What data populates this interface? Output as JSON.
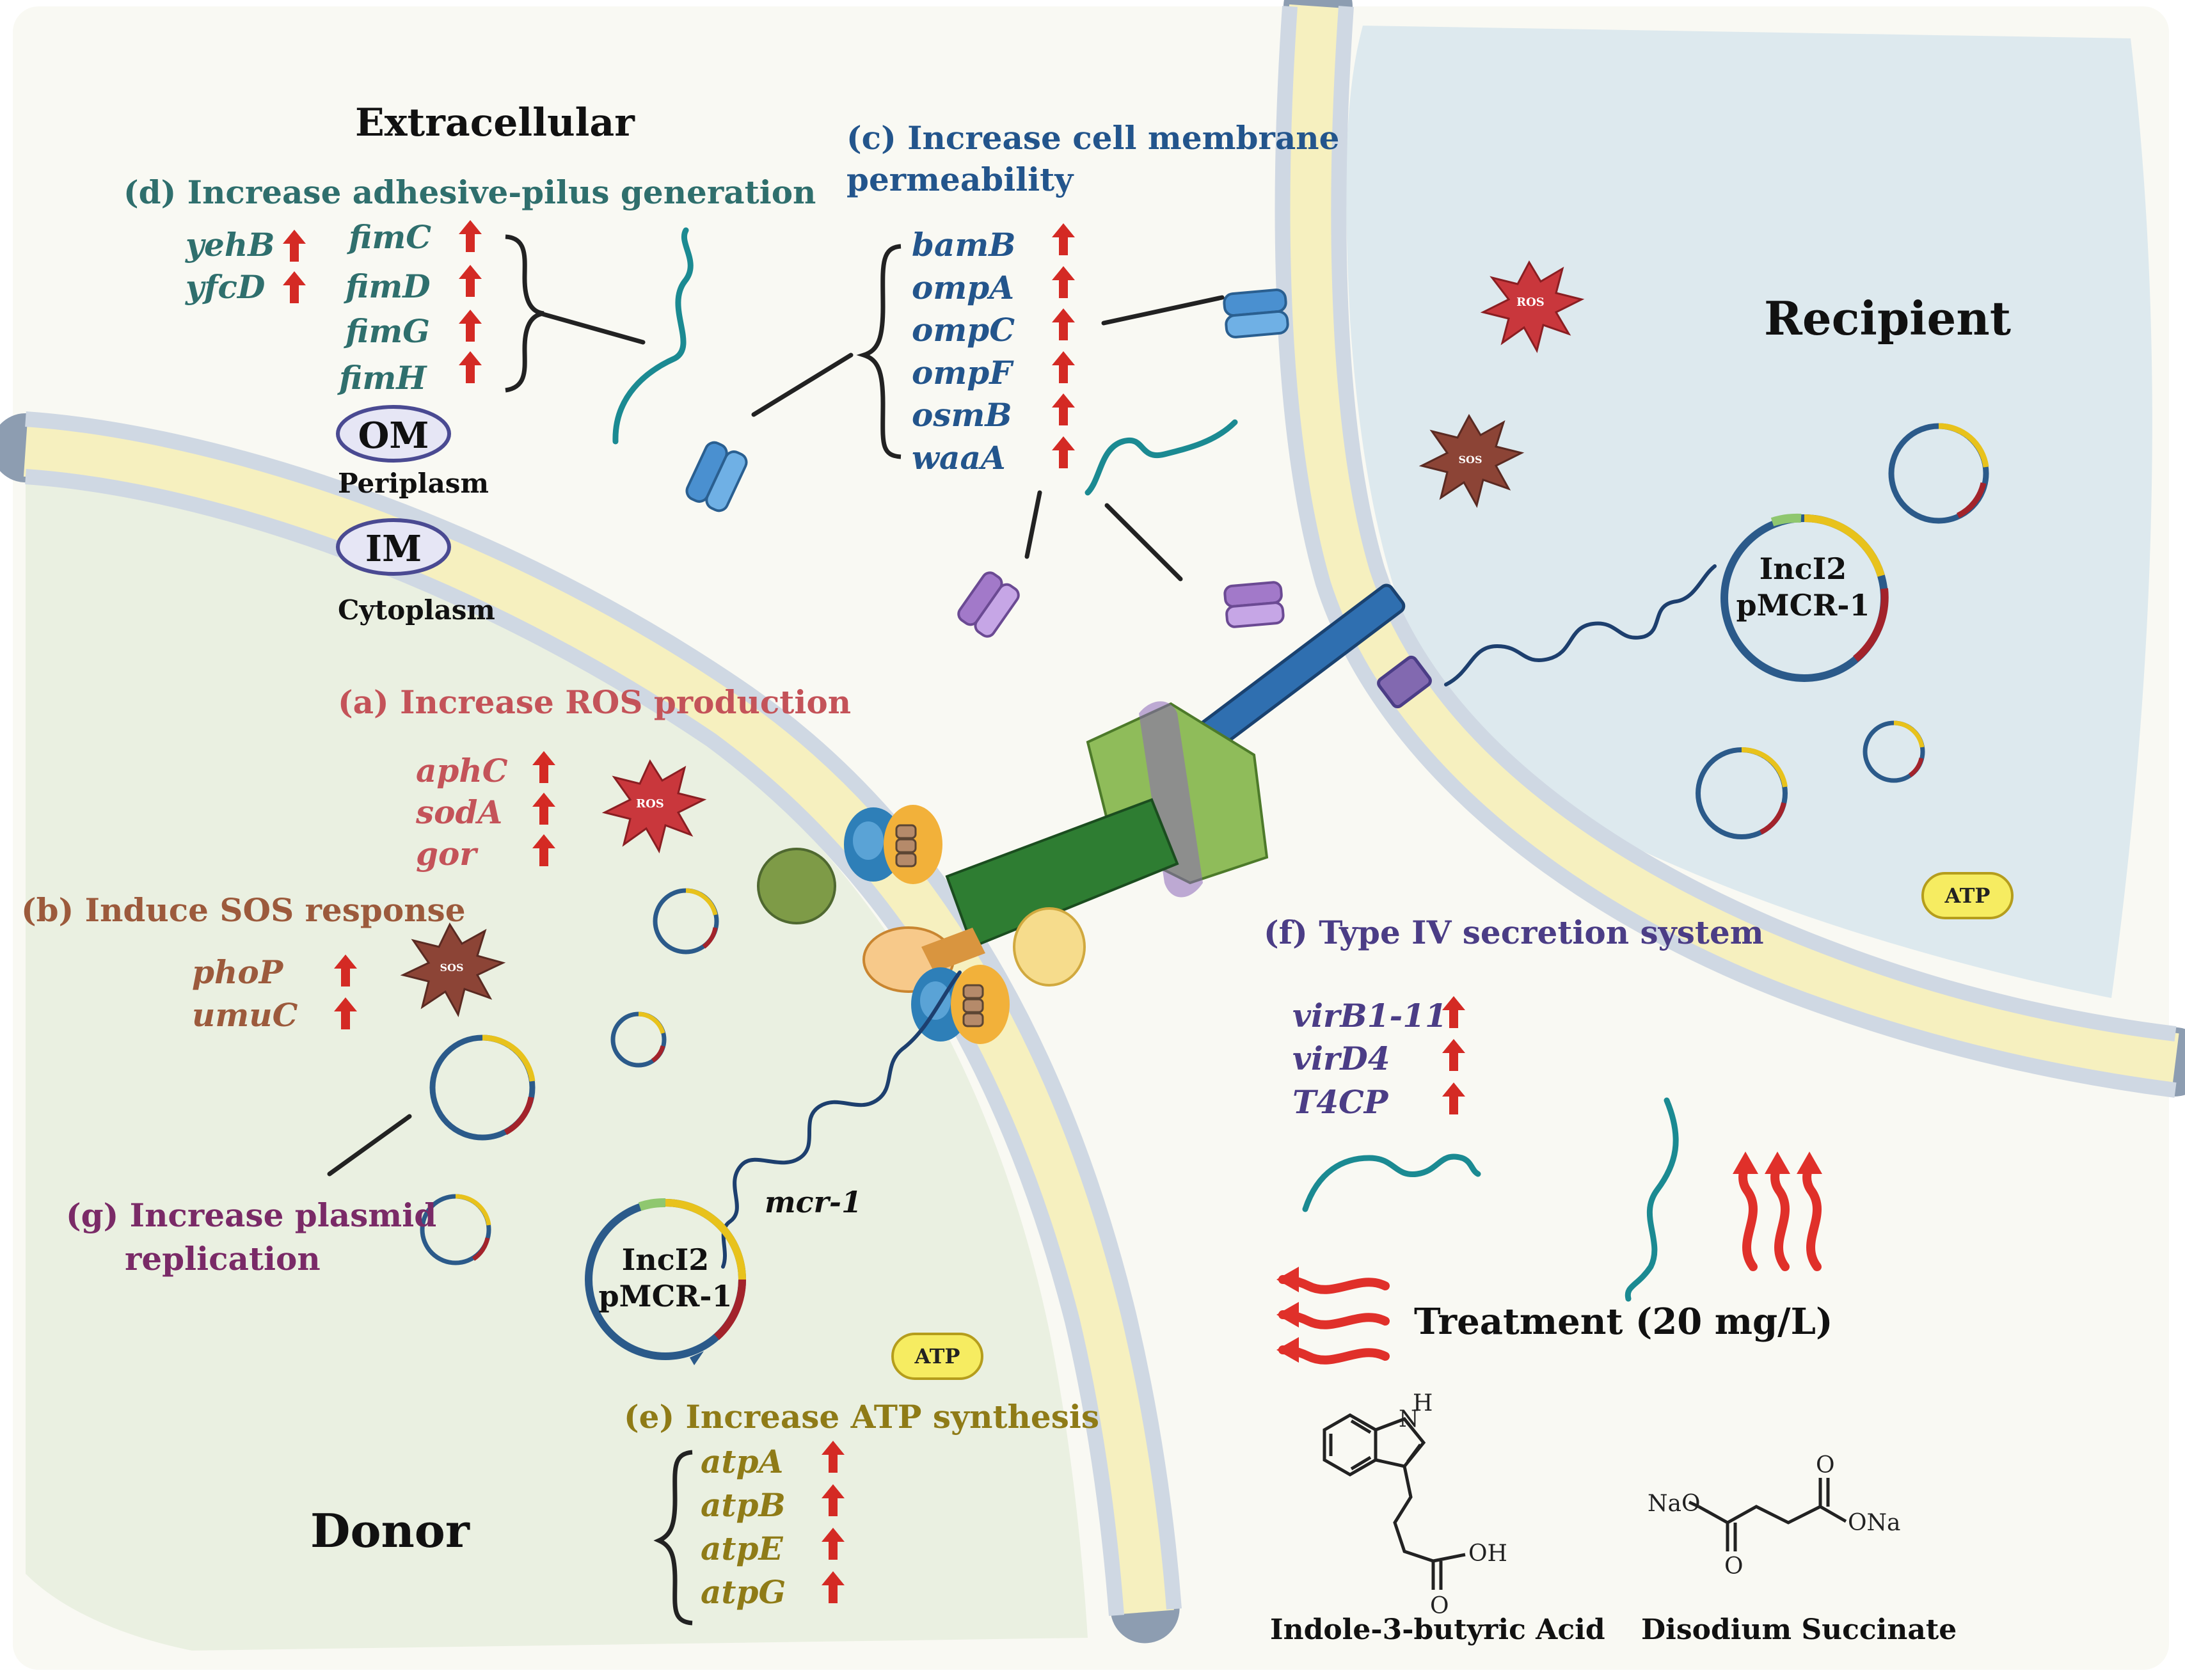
{
  "regions": {
    "extracellular": "Extracellular",
    "recipient": "Recipient",
    "donor": "Donor",
    "om": "OM",
    "periplasm": "Periplasm",
    "im": "IM",
    "cytoplasm": "Cytoplasm"
  },
  "colors": {
    "recipient_fill": "#dde9ee",
    "donor_fill": "#eaf0e1",
    "periplasm_band": "#f6f0bf",
    "lipid_head": "#8d9db1",
    "up_arrow": "#d42a24",
    "pilus": "#1b8a92",
    "porin": "#4a90d0",
    "t4ss_dark": "#2e7d32",
    "t4ss_light": "#8fbc5a"
  },
  "panels": {
    "a": {
      "title": "(a) Increase ROS production",
      "color": "#c45359",
      "genes": [
        "aphC",
        "sodA",
        "gor"
      ]
    },
    "b": {
      "title": "(b) Induce SOS response",
      "color": "#9c5a3c",
      "genes": [
        "phoP",
        "umuC"
      ]
    },
    "c": {
      "title_line1": "(c) Increase cell membrane",
      "title_line2": "permeability",
      "color": "#23558c",
      "genes": [
        "bamB",
        "ompA",
        "ompC",
        "ompF",
        "osmB",
        "waaA"
      ]
    },
    "d": {
      "title": "(d) Increase adhesive-pilus generation",
      "color": "#2f6f6d",
      "genes_left": [
        "yehB",
        "yfcD"
      ],
      "genes_right": [
        "fimC",
        "fimD",
        "fimG",
        "fimH"
      ]
    },
    "e": {
      "title": "(e) Increase ATP synthesis",
      "color": "#8f7b17",
      "genes": [
        "atpA",
        "atpB",
        "atpE",
        "atpG"
      ]
    },
    "f": {
      "title": "(f) Type IV secretion system",
      "color": "#4b3d86",
      "genes": [
        "virB1-11",
        "virD4",
        "T4CP"
      ]
    },
    "g": {
      "title_line1": "(g) Increase plasmid",
      "title_line2": "replication",
      "color": "#7a2a67"
    }
  },
  "badges": {
    "ros": "ROS",
    "sos": "SOS",
    "atp": "ATP"
  },
  "plasmid": {
    "name_line1": "IncI2",
    "name_line2": "pMCR-1",
    "gene": "mcr-1"
  },
  "treatment": {
    "label": "Treatment (20 mg/L)",
    "compound1": "Indole-3-butyric Acid",
    "compound2": "Disodium Succinate",
    "atom_nh": "H",
    "atom_n": "N",
    "atom_oh": "OH",
    "atom_o": "O",
    "atom_nao": "NaO",
    "atom_ona": "ONa"
  }
}
